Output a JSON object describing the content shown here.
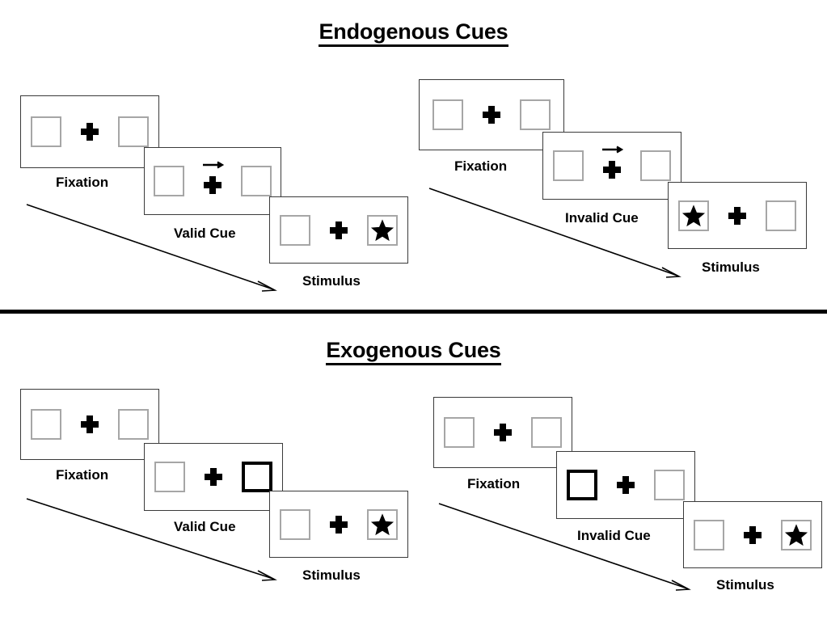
{
  "sections": [
    {
      "id": "endogenous",
      "title": "Endogenous Cues",
      "sequences": [
        {
          "id": "endogenous-valid",
          "frames": [
            {
              "stage_label": "Fixation",
              "left_box": "empty",
              "right_box": "empty",
              "center": "fixation-cross",
              "cue": "none"
            },
            {
              "stage_label": "Valid Cue",
              "left_box": "empty",
              "right_box": "empty",
              "center": "fixation-cross",
              "cue": "arrow-right"
            },
            {
              "stage_label": "Stimulus",
              "left_box": "empty",
              "right_box": "star",
              "center": "fixation-cross",
              "cue": "none"
            }
          ]
        },
        {
          "id": "endogenous-invalid",
          "frames": [
            {
              "stage_label": "Fixation",
              "left_box": "empty",
              "right_box": "empty",
              "center": "fixation-cross",
              "cue": "none"
            },
            {
              "stage_label": "Invalid Cue",
              "left_box": "empty",
              "right_box": "empty",
              "center": "fixation-cross",
              "cue": "arrow-right"
            },
            {
              "stage_label": "Stimulus",
              "left_box": "star",
              "right_box": "empty",
              "center": "fixation-cross",
              "cue": "none"
            }
          ]
        }
      ]
    },
    {
      "id": "exogenous",
      "title": "Exogenous Cues",
      "sequences": [
        {
          "id": "exogenous-valid",
          "frames": [
            {
              "stage_label": "Fixation",
              "left_box": "empty",
              "right_box": "empty",
              "center": "fixation-cross",
              "cue": "none"
            },
            {
              "stage_label": "Valid Cue",
              "left_box": "empty",
              "right_box": "highlighted",
              "center": "fixation-cross",
              "cue": "box-highlight-right"
            },
            {
              "stage_label": "Stimulus",
              "left_box": "empty",
              "right_box": "star",
              "center": "fixation-cross",
              "cue": "none"
            }
          ]
        },
        {
          "id": "exogenous-invalid",
          "frames": [
            {
              "stage_label": "Fixation",
              "left_box": "empty",
              "right_box": "empty",
              "center": "fixation-cross",
              "cue": "none"
            },
            {
              "stage_label": "Invalid Cue",
              "left_box": "highlighted",
              "right_box": "empty",
              "center": "fixation-cross",
              "cue": "box-highlight-left"
            },
            {
              "stage_label": "Stimulus",
              "left_box": "empty",
              "right_box": "star",
              "center": "fixation-cross",
              "cue": "none"
            }
          ]
        }
      ]
    }
  ],
  "colors": {
    "background": "#ffffff",
    "frame_stroke": "#3a3a3a",
    "box_stroke": "#a6a6a6",
    "cue_stroke": "#000000",
    "text": "#000000",
    "divider": "#000000"
  }
}
